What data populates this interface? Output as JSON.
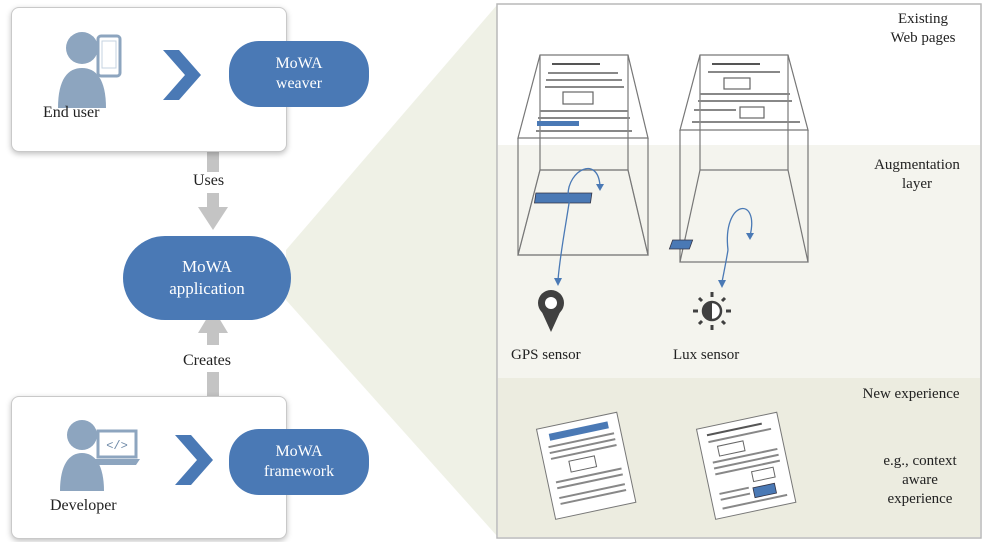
{
  "end_user_card": {
    "label": "End user",
    "pill": "MoWA\nweaver"
  },
  "developer_card": {
    "label": "Developer",
    "pill": "MoWA\nframework"
  },
  "application": {
    "pill": "MoWA\napplication"
  },
  "arrows": {
    "uses": "Uses",
    "creates": "Creates"
  },
  "panel": {
    "layers": {
      "existing": "Existing\nWeb pages",
      "augmentation": "Augmentation\nlayer",
      "new_experience": "New experience",
      "context_aware": "e.g., context\naware\nexperience"
    },
    "sensors": {
      "gps": "GPS sensor",
      "lux": "Lux sensor"
    }
  },
  "colors": {
    "accent": "#4a79b5",
    "icon_gray": "#8da5bf",
    "arrow_gray": "#c4c4c4"
  }
}
